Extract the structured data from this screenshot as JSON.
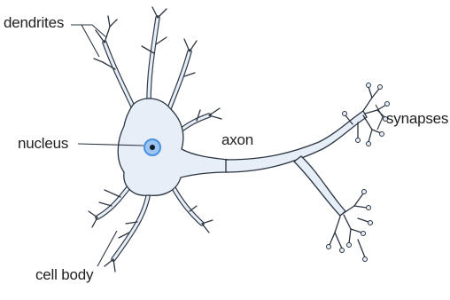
{
  "labels": {
    "dendrites": "dendrites",
    "nucleus": "nucleus",
    "axon": "axon",
    "synapses": "synapses",
    "cell_body": "cell body"
  },
  "colors": {
    "cell_fill": "#e6eef8",
    "outline": "#2b3440",
    "nucleus_ring": "#4a90e2",
    "nucleus_center": "#0d1b2a",
    "text": "#1f1f1f"
  }
}
